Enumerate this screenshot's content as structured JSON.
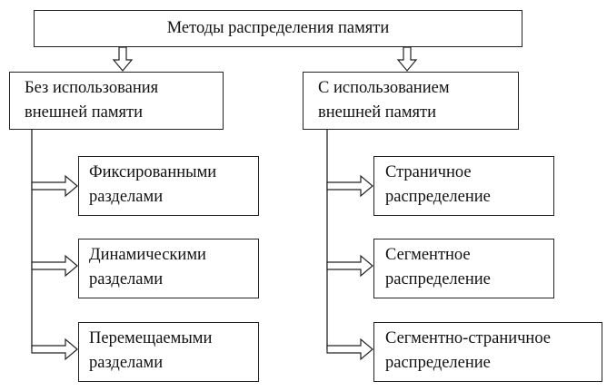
{
  "root": {
    "label": "Методы распределения памяти"
  },
  "left_branch": {
    "title_line1": "Без использования",
    "title_line2": "внешней памяти",
    "items": [
      {
        "line1": "Фиксированными",
        "line2": "разделами"
      },
      {
        "line1": "Динамическими",
        "line2": "разделами"
      },
      {
        "line1": "Перемещаемыми",
        "line2": "разделами"
      }
    ]
  },
  "right_branch": {
    "title_line1": "С использованием",
    "title_line2": "внешней памяти",
    "items": [
      {
        "line1": "Страничное",
        "line2": "распределение"
      },
      {
        "line1": "Сегментное",
        "line2": "распределение"
      },
      {
        "line1": "Сегментно-страничное",
        "line2": "распределение"
      }
    ]
  }
}
